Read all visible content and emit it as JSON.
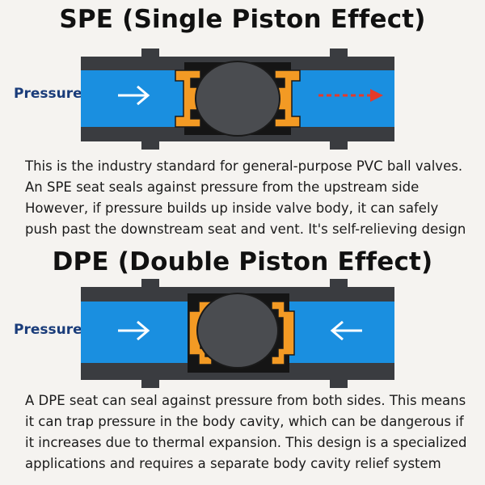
{
  "spe": {
    "title": "SPE (Single Piston Effect)",
    "pressure_label": "Pressure",
    "description_lines": [
      "This is the industry standard for general-purpose PVC ball valves.",
      "An SPE seat seals against pressure from the upstream side",
      "However, if pressure builds up inside valve body, it can safely",
      "push past the downstream seat and vent. It's self-relieving design"
    ]
  },
  "dpe": {
    "title": "DPE (Double Piston Effect)",
    "pressure_label": "Pressure",
    "description_lines": [
      "A DPE seat can seal against pressure from both sides. This means",
      "it can trap pressure in the body cavity, which can be dangerous if",
      "it increases due to thermal expansion. This design is a specialized",
      "applications and requires a separate body cavity relief system"
    ]
  },
  "colors": {
    "pipe_body": "#3a3c40",
    "flow": "#1a8fe0",
    "seat": "#f39a24",
    "ball": "#4a4c50",
    "cavity": "#151515",
    "label_text": "#1a3c7a",
    "vent_arrow": "#e53a2a"
  },
  "icons": [
    "arrow-right-icon",
    "arrow-left-icon",
    "dashed-arrow-right-icon"
  ]
}
